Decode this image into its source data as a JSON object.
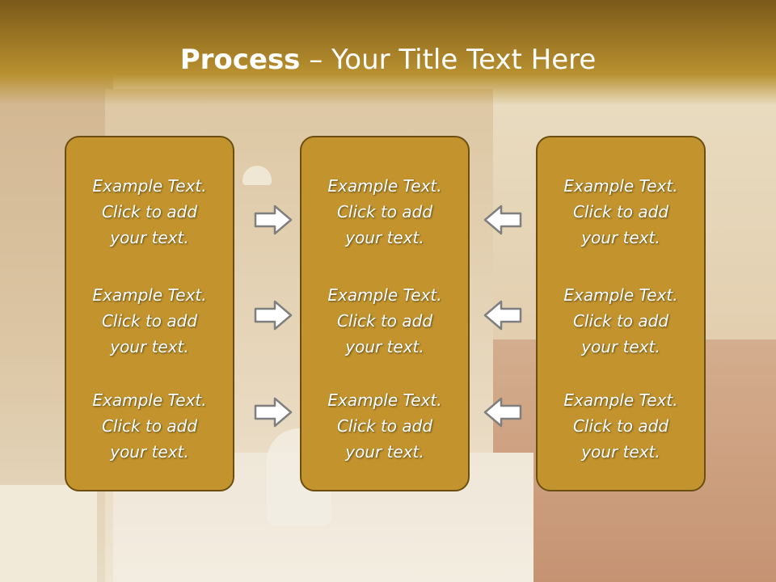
{
  "slide": {
    "title_bold": "Process",
    "title_rest": " – Your Title Text Here"
  },
  "columns": [
    {
      "items": [
        {
          "line1": "Example Text.",
          "line2": "Click  to add",
          "line3": "your text."
        },
        {
          "line1": "Example Text.",
          "line2": "Click  to add",
          "line3": "your text."
        },
        {
          "line1": "Example Text.",
          "line2": "Click  to add",
          "line3": "your text."
        }
      ]
    },
    {
      "items": [
        {
          "line1": "Example Text.",
          "line2": "Click  to add",
          "line3": "your text."
        },
        {
          "line1": "Example Text.",
          "line2": "Click  to add",
          "line3": "your text."
        },
        {
          "line1": "Example Text.",
          "line2": "Click  to add",
          "line3": "your text."
        }
      ]
    },
    {
      "items": [
        {
          "line1": "Example Text.",
          "line2": "Click  to add",
          "line3": "your text."
        },
        {
          "line1": "Example Text.",
          "line2": "Click  to add",
          "line3": "your text."
        },
        {
          "line1": "Example Text.",
          "line2": "Click  to add",
          "line3": "your text."
        }
      ]
    }
  ],
  "arrows": {
    "left_group_icon": "arrow-right-icon",
    "right_group_icon": "arrow-left-icon"
  },
  "colors": {
    "panel_fill": "#c3942e",
    "panel_border": "#6b4f12",
    "header_dark": "#7a5a1c",
    "arrow_fill": "#ffffff",
    "arrow_stroke": "#7f7f7f"
  }
}
